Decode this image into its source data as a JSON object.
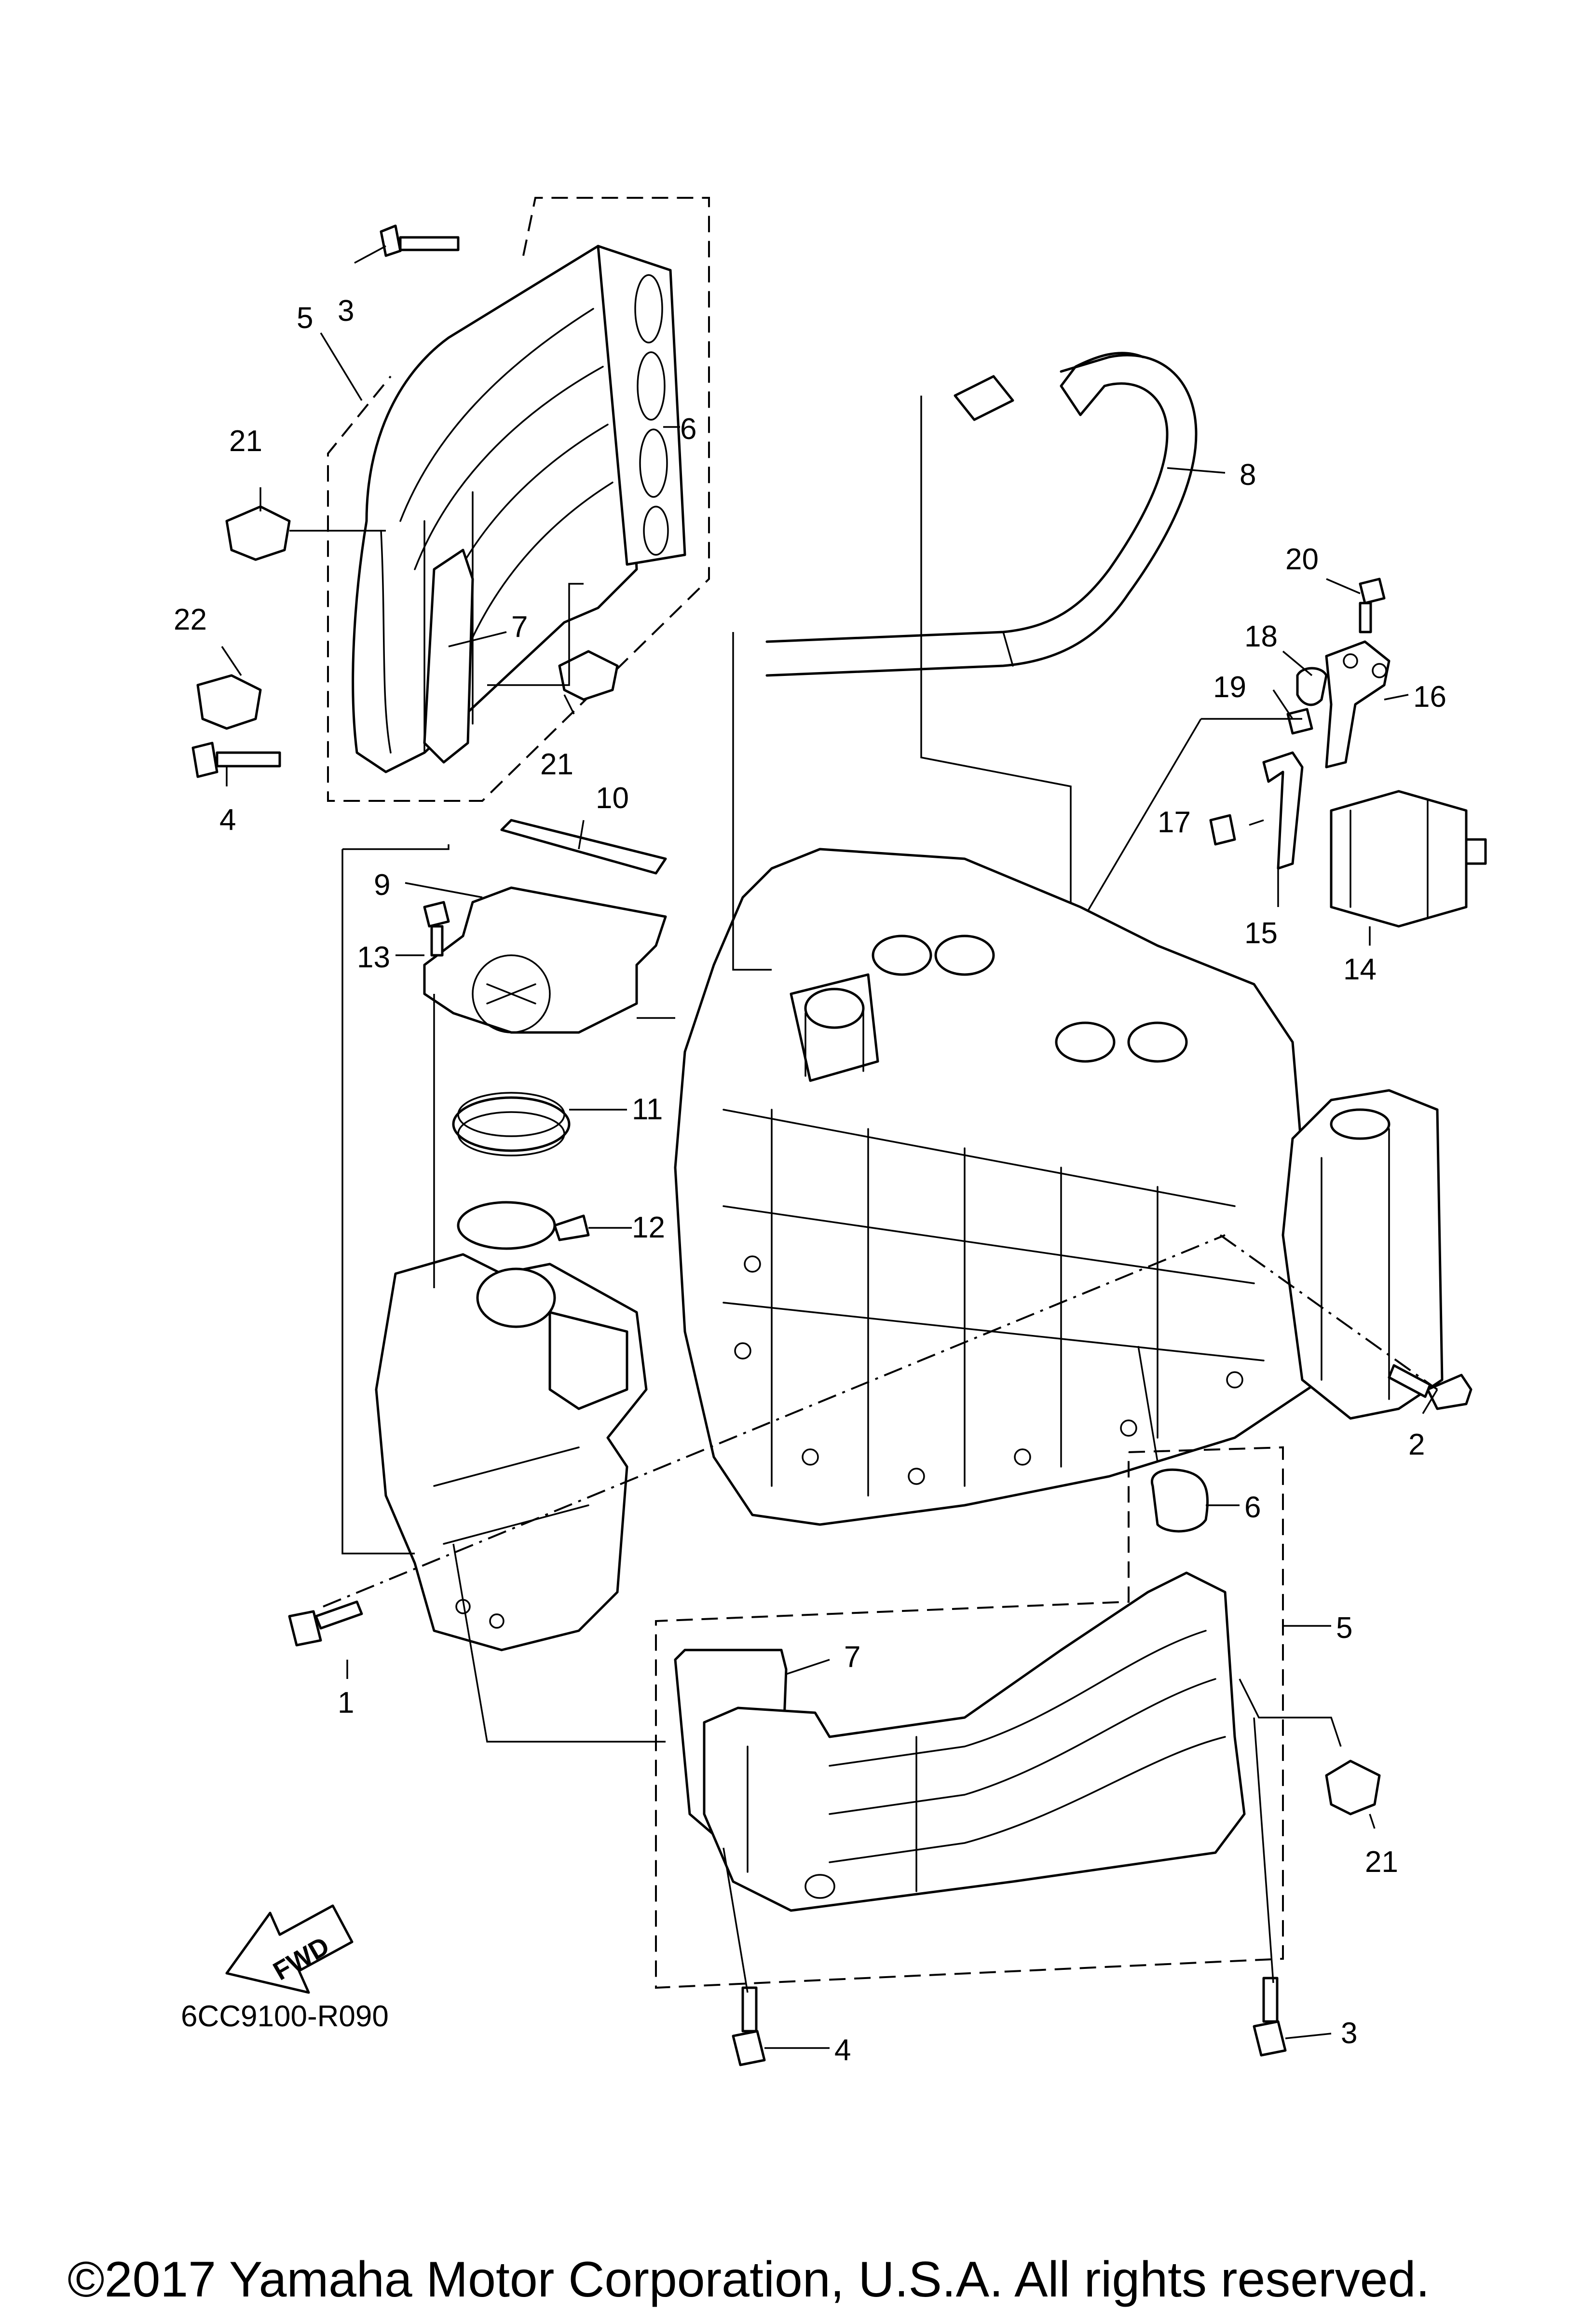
{
  "diagram": {
    "code": "6CC9100-R090",
    "fwd_label": "FWD",
    "copyright": "©2017 Yamaha Motor Corporation, U.S.A. All rights reserved."
  },
  "callouts": {
    "c1": "1",
    "c2": "2",
    "c3_top": "3",
    "c3_bottom": "3",
    "c4_top": "4",
    "c4_bottom": "4",
    "c5_top": "5",
    "c5_bottom": "5",
    "c6_top": "6",
    "c6_bottom": "6",
    "c7_top": "7",
    "c7_bottom": "7",
    "c8": "8",
    "c9": "9",
    "c10": "10",
    "c11": "11",
    "c12": "12",
    "c13": "13",
    "c14": "14",
    "c15": "15",
    "c16": "16",
    "c17": "17",
    "c18": "18",
    "c19": "19",
    "c20": "20",
    "c21_a": "21",
    "c21_b": "21",
    "c21_c": "21",
    "c22": "22"
  }
}
